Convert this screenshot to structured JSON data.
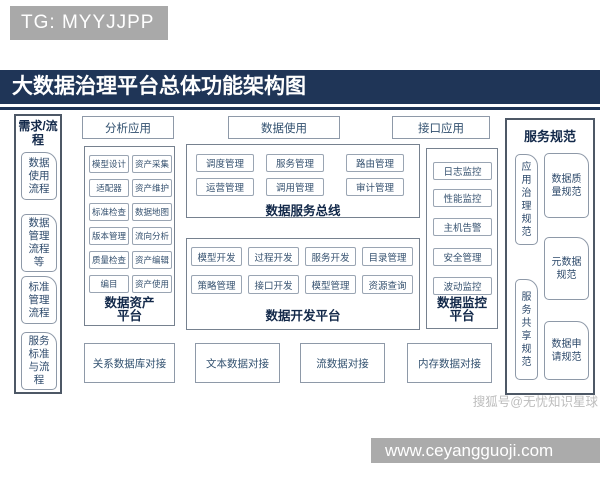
{
  "badge": {
    "text": "TG: MYYJJPP"
  },
  "title": "大数据治理平台总体功能架构图",
  "colors": {
    "title_navy": "#1f3557",
    "badge_gray": "#a9a9a9",
    "footer_gray": "#ababab",
    "box_text": "#35516f",
    "label_text": "#13294a",
    "box_border": "#9aa5b3"
  },
  "left_column": {
    "header": "需求/流程",
    "items": [
      "数据使用流程",
      "数据管理流程等",
      "标准管理流程",
      "服务标准与流程"
    ]
  },
  "top_apps": [
    "分析应用",
    "数据使用",
    "接口应用"
  ],
  "asset_platform": {
    "label": "数据资产平台",
    "left_items": [
      "模型设计",
      "适配器",
      "标准检查",
      "版本管理",
      "质量检查",
      "编目"
    ],
    "right_items": [
      "资产采集",
      "资产维护",
      "数据地图",
      "流向分析",
      "资产编辑",
      "资产使用"
    ]
  },
  "service_bus": {
    "label": "数据服务总线",
    "rows": [
      [
        "调度管理",
        "服务管理",
        "路由管理"
      ],
      [
        "运营管理",
        "调用管理",
        "审计管理"
      ]
    ]
  },
  "dev_platform": {
    "label": "数据开发平台",
    "rows": [
      [
        "模型开发",
        "过程开发",
        "服务开发",
        "目录管理"
      ],
      [
        "策略管理",
        "接口开发",
        "模型管理",
        "资源查询"
      ]
    ]
  },
  "monitor_platform": {
    "label": "数据监控平台",
    "items": [
      "日志监控",
      "性能监控",
      "主机告警",
      "安全管理",
      "波动监控"
    ]
  },
  "service_spec": {
    "header": "服务规范",
    "left_items": [
      "应用治理规范",
      "服务共享规范"
    ],
    "right_items": [
      "数据质量规范",
      "元数据规范",
      "数据申请规范"
    ]
  },
  "bottom_row": [
    "关系数据库对接",
    "文本数据对接",
    "流数据对接",
    "内存数据对接"
  ],
  "watermark": "搜狐号@无忧知识星球",
  "footer": {
    "url": "www.ceyangguoji.com"
  }
}
